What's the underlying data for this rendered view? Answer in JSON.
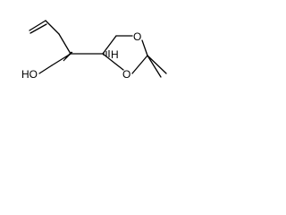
{
  "molecule": {
    "atom_labels": {
      "hydroxyl": "HO",
      "ring_oxygen_top": "O",
      "ring_oxygen_bottom": "O",
      "stereo_hydrogen": "H"
    }
  }
}
